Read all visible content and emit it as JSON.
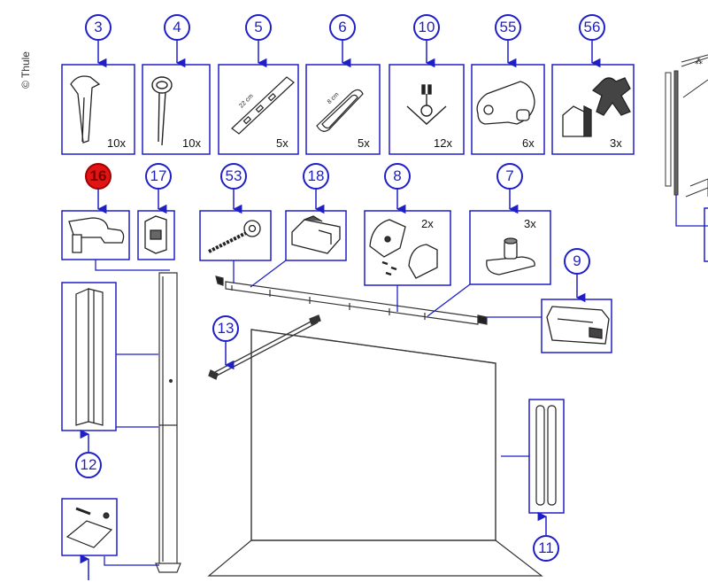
{
  "copyright": "© Thule",
  "colors": {
    "callout": "#1f1fc8",
    "highlight": "#e01414",
    "line": "#333333"
  },
  "parts": [
    {
      "id": "p3",
      "number": "3",
      "qty": "10x",
      "icon": "tent-peg-icon"
    },
    {
      "id": "p4",
      "number": "4",
      "qty": "10x",
      "icon": "ring-peg-icon"
    },
    {
      "id": "p5",
      "number": "5",
      "qty": "5x",
      "icon": "strap-22cm-icon",
      "dimension": "22 cm"
    },
    {
      "id": "p6",
      "number": "6",
      "qty": "5x",
      "icon": "strap-8cm-icon",
      "dimension": "8 cm"
    },
    {
      "id": "p10",
      "number": "10",
      "qty": "12x",
      "icon": "peg-hook-icon"
    },
    {
      "id": "p55",
      "number": "55",
      "qty": "6x",
      "icon": "clamp-bracket-icon"
    },
    {
      "id": "p56",
      "number": "56",
      "qty": "3x",
      "icon": "buckle-icon"
    },
    {
      "id": "p16",
      "number": "16",
      "qty": "",
      "icon": "end-cap-icon",
      "highlighted": true
    },
    {
      "id": "p17",
      "number": "17",
      "qty": "",
      "icon": "leg-clip-icon"
    },
    {
      "id": "p53",
      "number": "53",
      "qty": "",
      "icon": "eye-bolt-icon"
    },
    {
      "id": "p18",
      "number": "18",
      "qty": "",
      "icon": "rail-slider-icon"
    },
    {
      "id": "p8",
      "number": "8",
      "qty": "2x",
      "icon": "arm-cover-icon"
    },
    {
      "id": "p7",
      "number": "7",
      "qty": "3x",
      "icon": "mounting-foot-icon"
    },
    {
      "id": "p9",
      "number": "9",
      "qty": "",
      "icon": "motor-housing-icon"
    },
    {
      "id": "p13",
      "number": "13",
      "qty": "",
      "icon": "tension-rafter-icon"
    },
    {
      "id": "p12",
      "number": "12",
      "qty": "",
      "icon": "side-panel-profile-icon"
    },
    {
      "id": "p11",
      "number": "11",
      "qty": "",
      "icon": "rod-pair-icon"
    },
    {
      "id": "p14",
      "number": "",
      "qty": "",
      "icon": "foot-plate-icon"
    }
  ]
}
